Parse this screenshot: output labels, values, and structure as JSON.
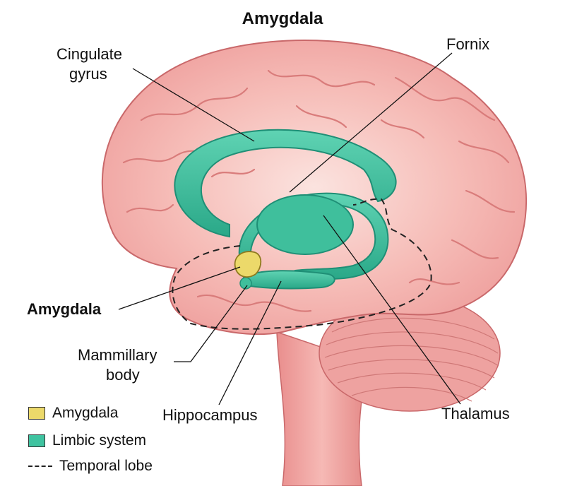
{
  "title": "Amygdala",
  "labels": {
    "cingulate_gyrus_line1": "Cingulate",
    "cingulate_gyrus_line2": "gyrus",
    "fornix": "Fornix",
    "amygdala": "Amygdala",
    "mammillary_line1": "Mammillary",
    "mammillary_line2": "body",
    "hippocampus": "Hippocampus",
    "thalamus": "Thalamus"
  },
  "legend": [
    {
      "label": "Amygdala",
      "color": "#ecd96a"
    },
    {
      "label": "Limbic system",
      "color": "#3fc3a0"
    },
    {
      "label": "Temporal lobe",
      "style": "dashed"
    }
  ],
  "colors": {
    "brain": "#f3a6a3",
    "brain_light": "#f9d0cc",
    "brain_outline": "#c9686a",
    "limbic": "#3fc3a0",
    "limbic_dark": "#1f8f76",
    "amygdala": "#ecd96a",
    "cerebellum": "#eea2a0"
  }
}
